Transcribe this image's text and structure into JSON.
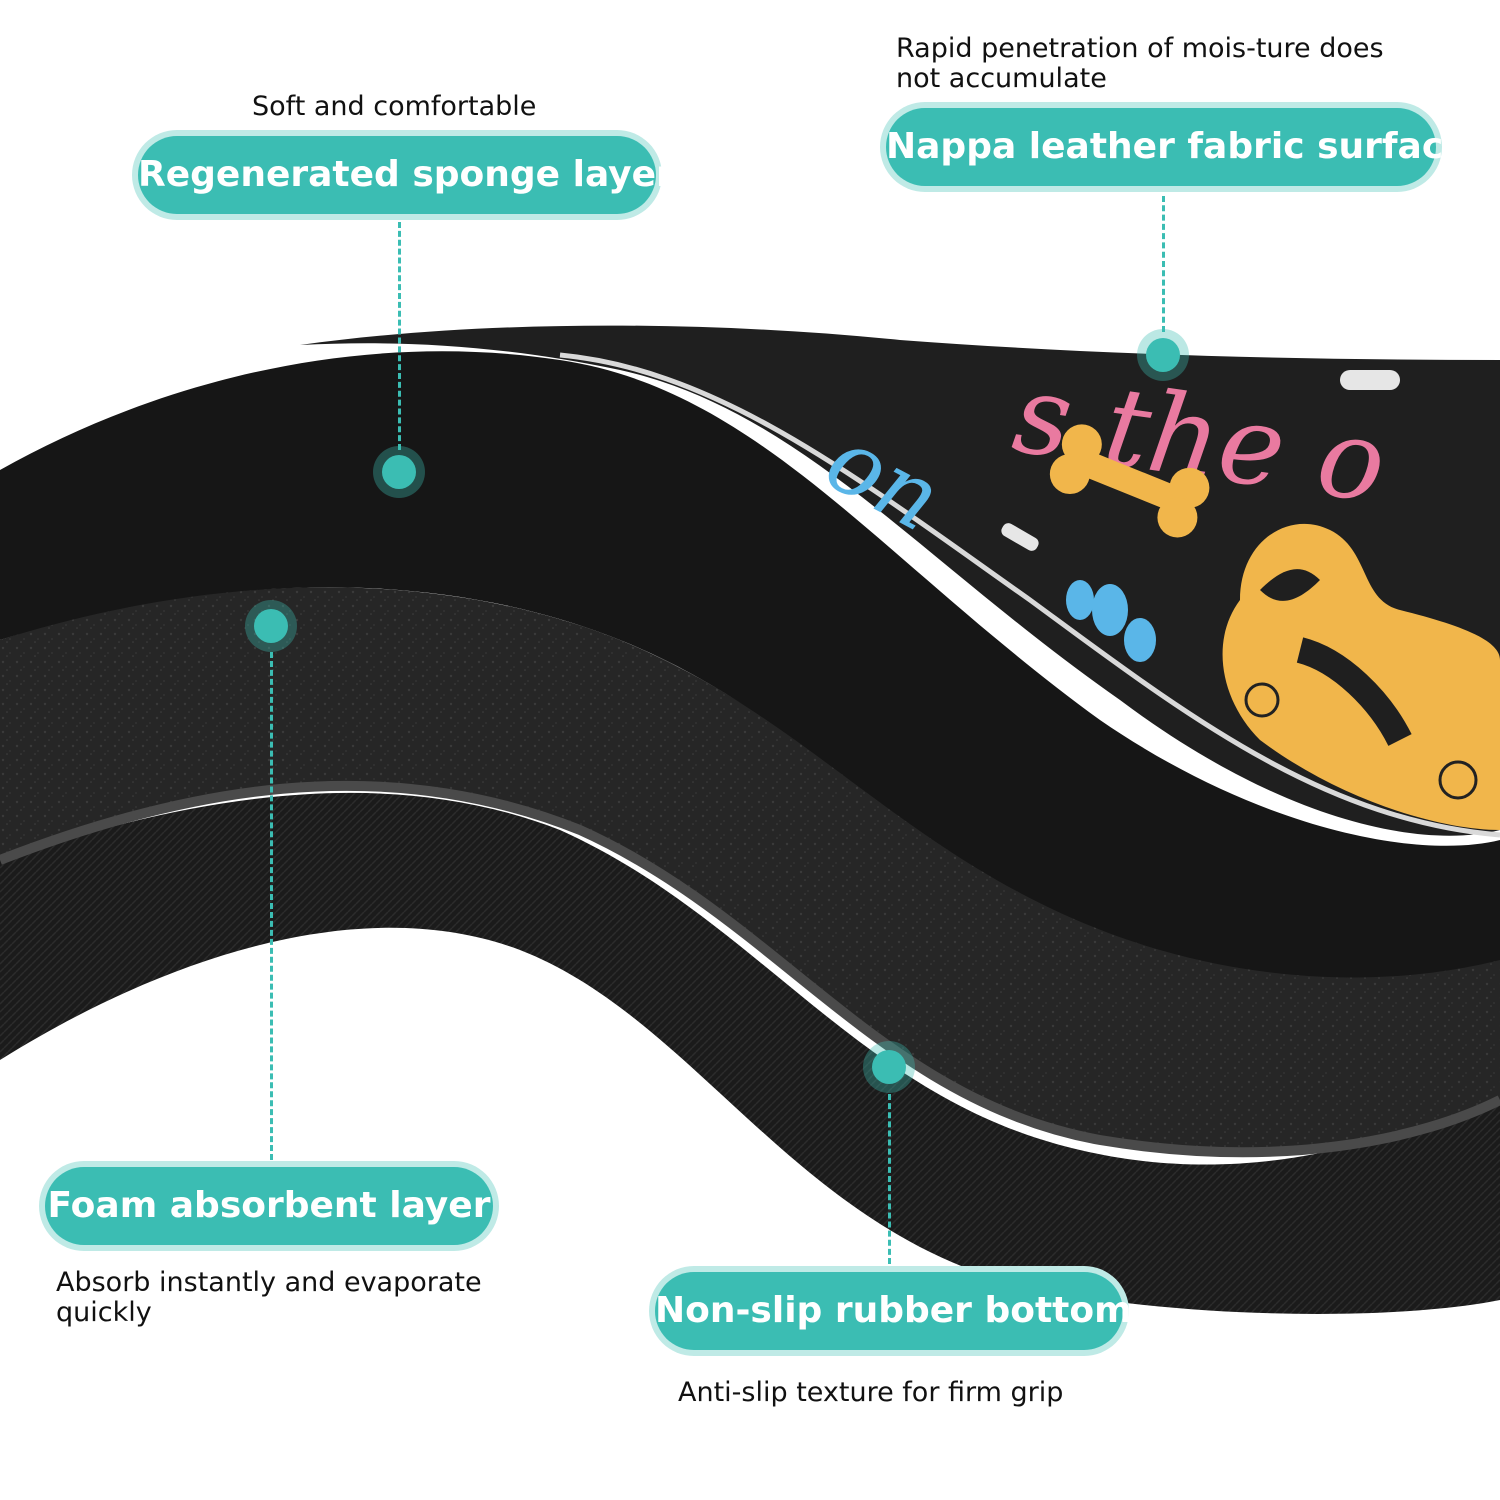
{
  "callouts": {
    "sponge": {
      "caption": "Soft and comfortable",
      "label": "Regenerated sponge layer"
    },
    "nappa": {
      "caption": "Rapid penetration of mois-ture does not accumulate",
      "label": "Nappa leather fabric surface"
    },
    "foam": {
      "label": "Foam absorbent layer",
      "caption": "Absorb instantly and evaporate quickly"
    },
    "rubber": {
      "label": "Non-slip rubber bottom",
      "caption": "Anti-slip texture for firm grip"
    }
  },
  "colors": {
    "accent": "#3bbdb3",
    "accent_glow": "#bfeae6",
    "mat_black": "#1c1c1c",
    "bone": "#f1b64b",
    "text_pink": "#e97aa0",
    "text_blue": "#5ab6e8"
  }
}
